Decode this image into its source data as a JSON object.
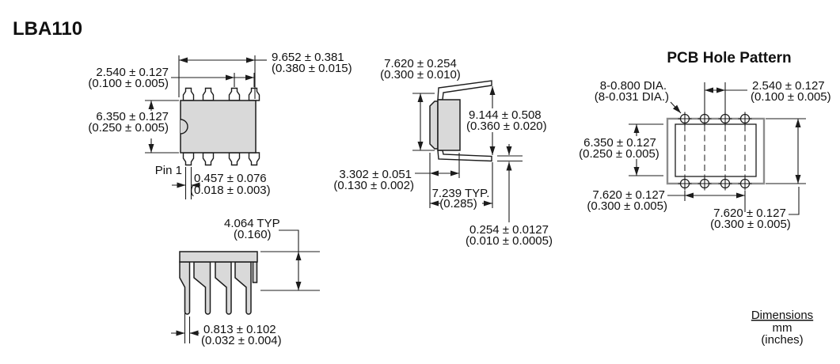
{
  "title": "LBA110",
  "colors": {
    "body_fill": "#d9d9d9",
    "line": "#1c1c1c",
    "pcb_outline_gray": "#8c8c8c"
  },
  "top_view": {
    "length": {
      "mm": "9.652 ± 0.381",
      "in": "(0.380 ± 0.015)"
    },
    "pitch": {
      "mm": "2.540 ± 0.127",
      "in": "(0.100 ± 0.005)"
    },
    "width": {
      "mm": "6.350 ± 0.127",
      "in": "(0.250 ± 0.005)"
    },
    "pin1_label": "Pin 1",
    "pin_width": {
      "mm": "0.457 ± 0.076",
      "in": "(0.018 ± 0.003)"
    }
  },
  "front_view": {
    "shoulder_height": {
      "mm": "4.064 TYP",
      "in": "(0.160)"
    },
    "pin_thickness": {
      "mm": "0.813 ± 0.102",
      "in": "(0.032 ± 0.004)"
    }
  },
  "side_view": {
    "body_width": {
      "mm": "7.620 ± 0.254",
      "in": "(0.300 ± 0.010)"
    },
    "lead_span": {
      "mm": "9.144 ± 0.508",
      "in": "(0.360 ± 0.020)"
    },
    "body_thickness": {
      "mm": "3.302 ± 0.051",
      "in": "(0.130 ± 0.002)"
    },
    "lead_typ": {
      "mm": "7.239 TYP.",
      "in": "(0.285)"
    },
    "lead_thickness": {
      "mm": "0.254 ± 0.0127",
      "in": "(0.010 ± 0.0005)"
    }
  },
  "pcb": {
    "title": "PCB Hole Pattern",
    "hole_dia": {
      "mm": "8-0.800 DIA.",
      "in": "(8-0.031 DIA.)"
    },
    "pitch": {
      "mm": "2.540 ± 0.127",
      "in": "(0.100 ± 0.005)"
    },
    "width": {
      "mm": "6.350 ± 0.127",
      "in": "(0.250 ± 0.005)"
    },
    "row_span": {
      "mm": "7.620 ± 0.127",
      "in": "(0.300 ± 0.005)"
    },
    "row_spacing": {
      "mm": "7.620 ± 0.127",
      "in": "(0.300 ± 0.005)"
    }
  },
  "footer": {
    "label": "Dimensions",
    "unit_primary": "mm",
    "unit_secondary": "(inches)"
  }
}
